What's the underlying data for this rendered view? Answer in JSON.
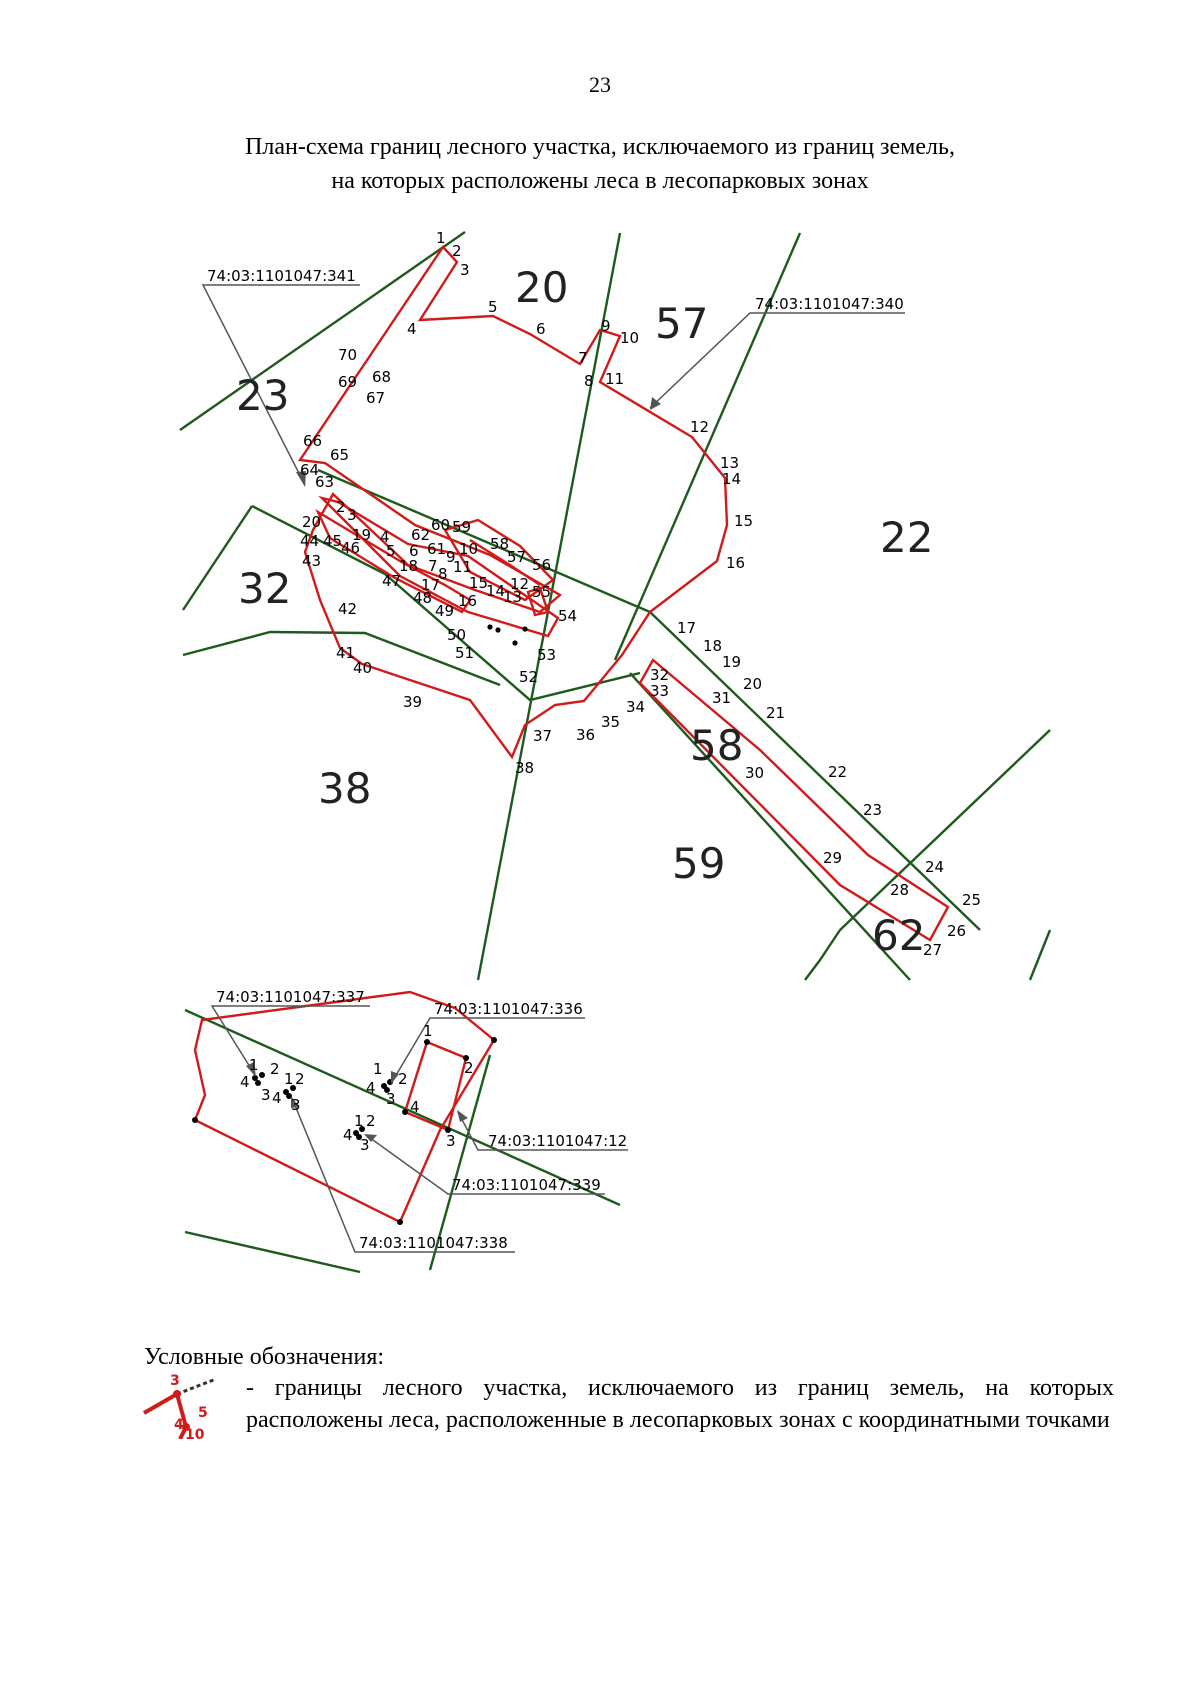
{
  "page_number": "23",
  "title_line1": "План-схема границ лесного участка, исключаемого из границ земель,",
  "title_line2": "на которых расположены леса в лесопарковых зонах",
  "colors": {
    "boundary": "#d21a1a",
    "quarter_line": "#1e5a1e",
    "callout": "#555555",
    "text": "#000000"
  },
  "parcels": {
    "p341": "74:03:1101047:341",
    "p340": "74:03:1101047:340",
    "p337": "74:03:1101047:337",
    "p336": "74:03:1101047:336",
    "p12": "74:03:1101047:12",
    "p339": "74:03:1101047:339",
    "p338": "74:03:1101047:338"
  },
  "quarters": {
    "q20": "20",
    "q57": "57",
    "q23": "23",
    "q22": "22",
    "q32": "32",
    "q38": "38",
    "q58": "58",
    "q59": "59",
    "q62": "62"
  },
  "points": {
    "n1": "1",
    "n2": "2",
    "n3": "3",
    "n4": "4",
    "n5": "5",
    "n6": "6",
    "n7": "7",
    "n8": "8",
    "n9": "9",
    "n10": "10",
    "n11": "11",
    "n12": "12",
    "n13": "13",
    "n14": "14",
    "n15": "15",
    "n16": "16",
    "n17": "17",
    "n18": "18",
    "n19": "19",
    "n20": "20",
    "n21": "21",
    "n22": "22",
    "n23": "23",
    "n24": "24",
    "n25": "25",
    "n26": "26",
    "n27": "27",
    "n28": "28",
    "n29": "29",
    "n30": "30",
    "n31": "31",
    "n32": "32",
    "n33": "33",
    "n34": "34",
    "n35": "35",
    "n36": "36",
    "n37": "37",
    "n38": "38",
    "n39": "39",
    "n40": "40",
    "n41": "41",
    "n42": "42",
    "n43": "43",
    "n44": "44",
    "n45": "45",
    "n46": "46",
    "n47": "47",
    "n48": "48",
    "n49": "49",
    "n50": "50",
    "n51": "51",
    "n52": "52",
    "n53": "53",
    "n54": "54",
    "n55": "55",
    "n56": "56",
    "n57": "57",
    "n58": "58",
    "n59": "59",
    "n60": "60",
    "n61": "61",
    "n62": "62",
    "n63": "63",
    "n64": "64",
    "n65": "65",
    "n66": "66",
    "n67": "67",
    "n68": "68",
    "n69": "69",
    "n70": "70"
  },
  "legend": {
    "heading": "Условные обозначения:",
    "icon_labels": {
      "a": "3",
      "b": "5",
      "c": "4",
      "d": "10"
    },
    "description": "- границы лесного участка, исключаемого из границ земель, на которых расположены леса, расположенные в лесопарковых зонах с координатными точками"
  }
}
